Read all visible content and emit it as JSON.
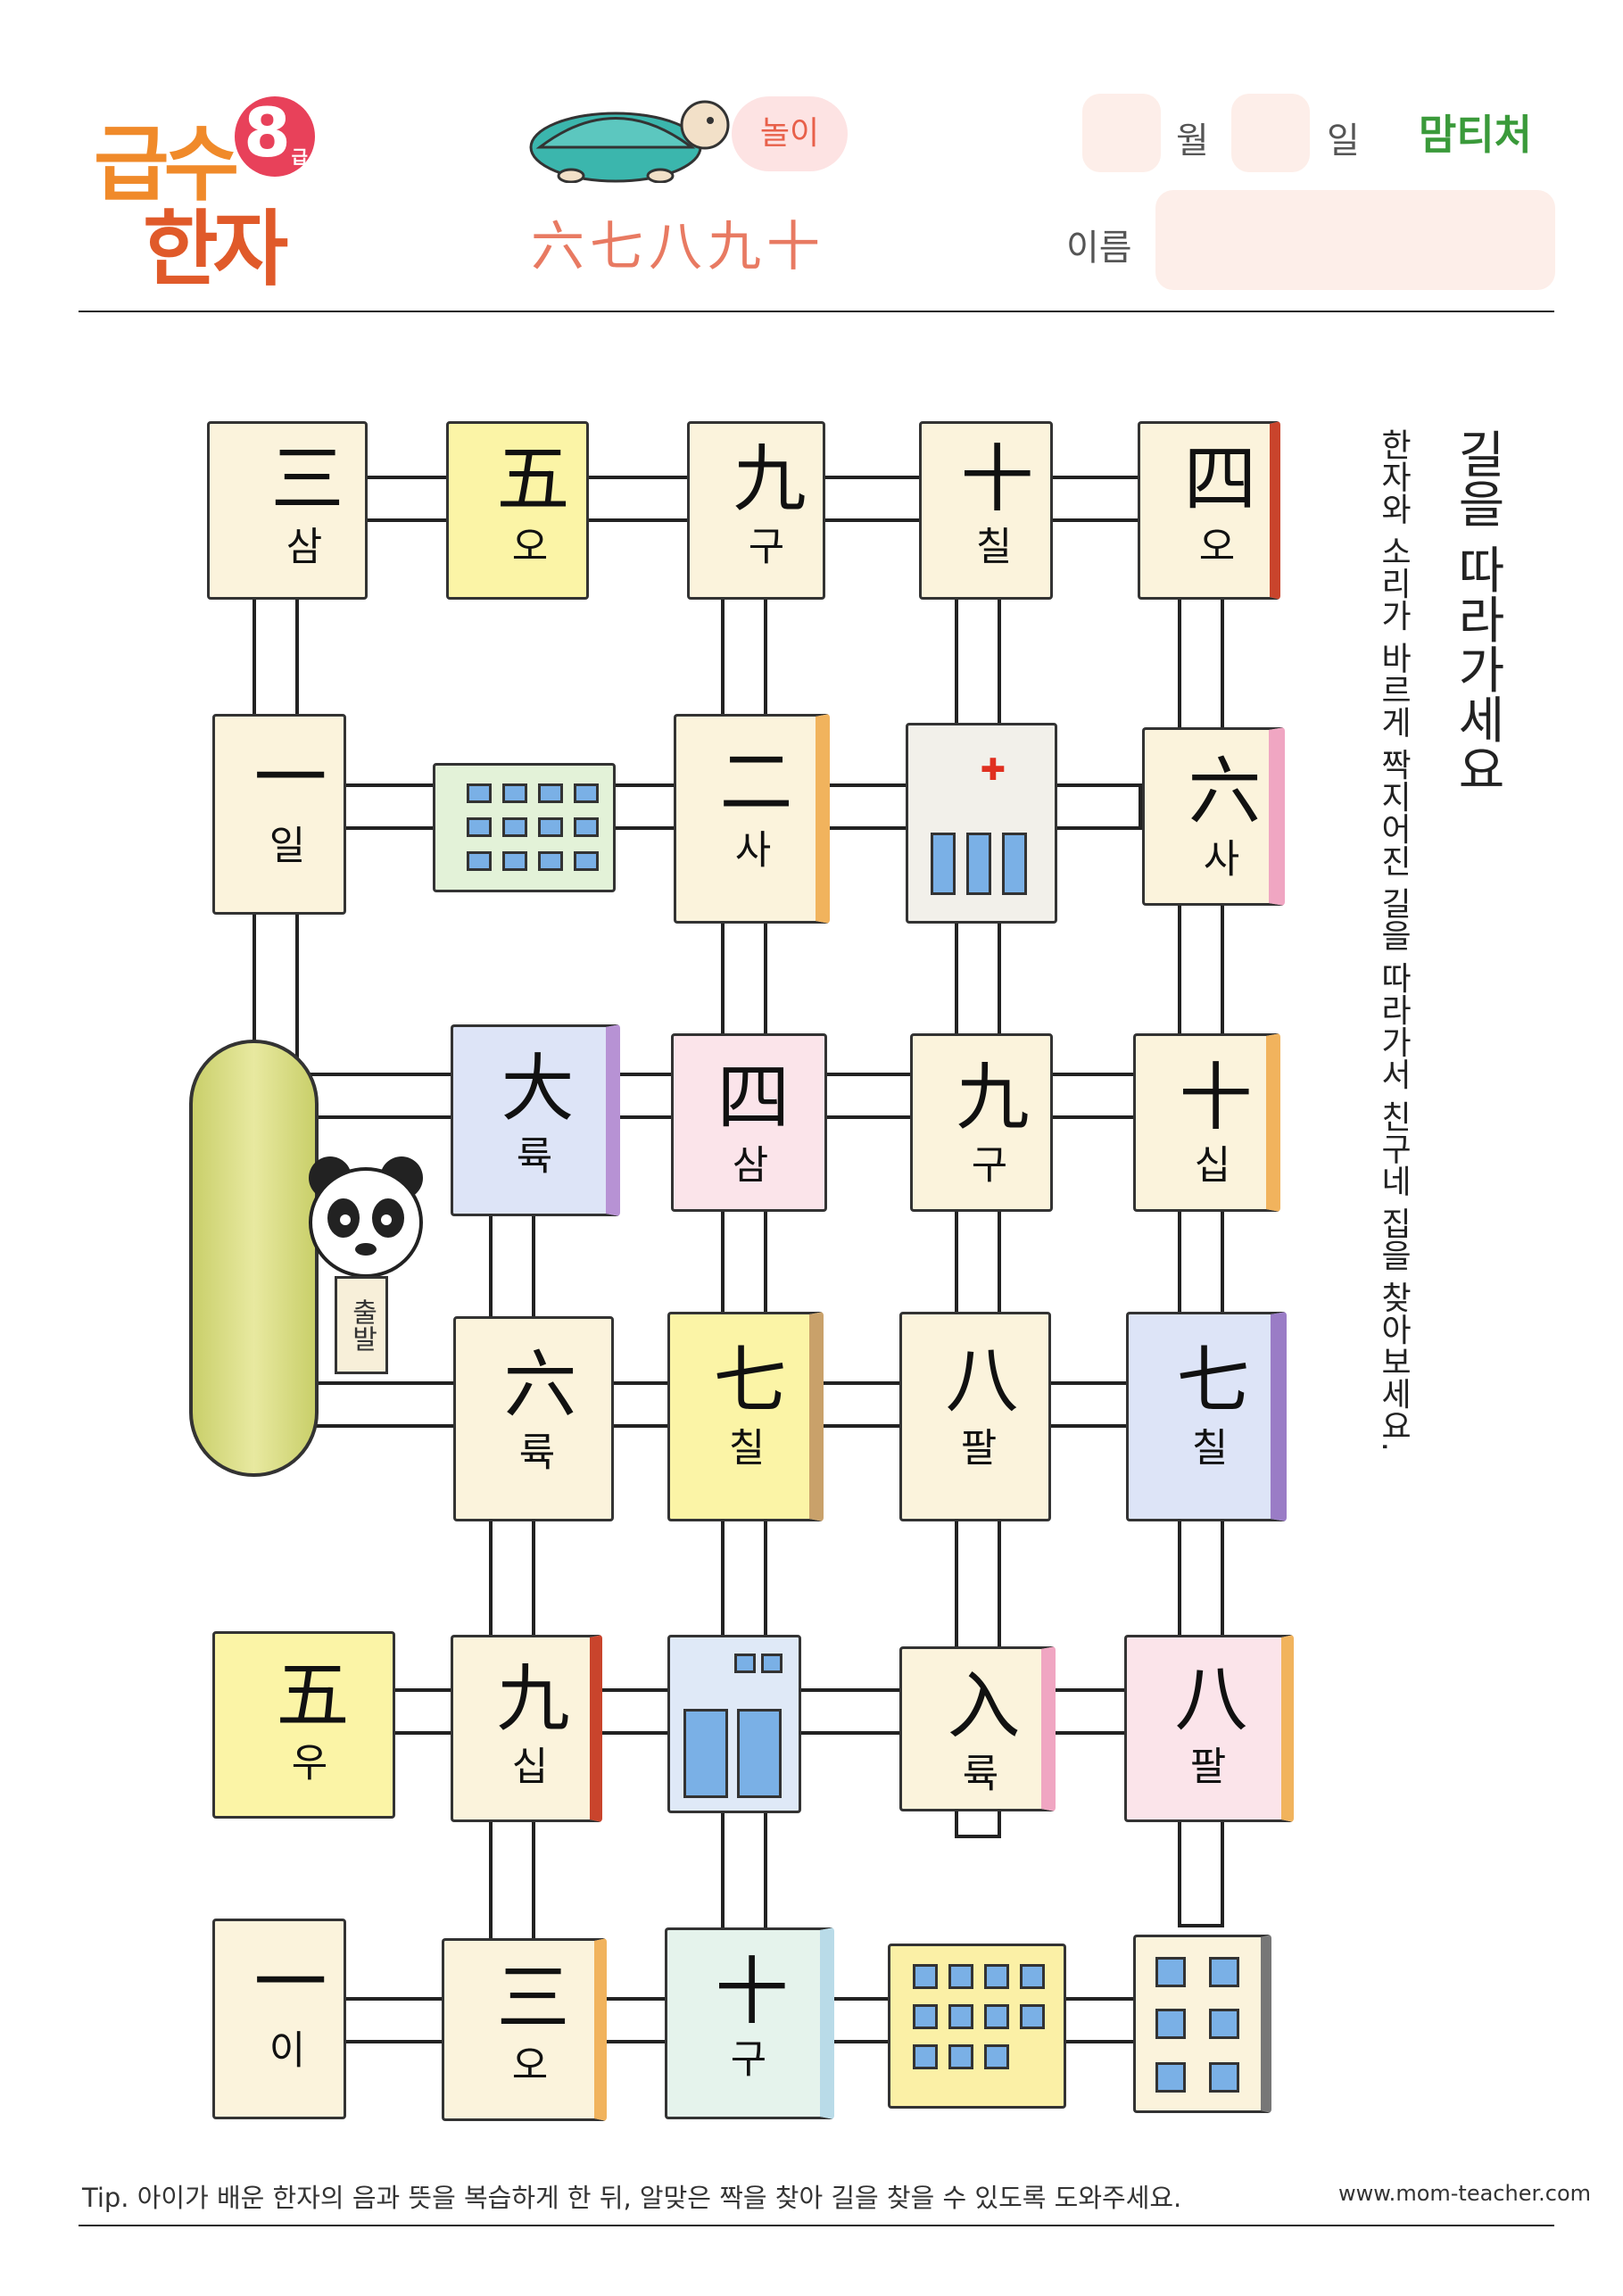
{
  "header": {
    "logo_top": "급수",
    "logo_bottom": "한자",
    "level": "8",
    "level_unit": "급",
    "play_label": "놀이",
    "hanja_title": "六七八九十",
    "month_label": "월",
    "day_label": "일",
    "name_label": "이름",
    "brand": "맘티처"
  },
  "instructions": {
    "title": "길을 따라가세요",
    "body": "한자와 소리가 바르게 짝지어진 길을 따라가서 친구네 집을 찾아보세요."
  },
  "start_sign": "출발",
  "buildings": [
    {
      "hanja": "三",
      "reading": "삼"
    },
    {
      "hanja": "五",
      "reading": "오"
    },
    {
      "hanja": "九",
      "reading": "구"
    },
    {
      "hanja": "十",
      "reading": "칠"
    },
    {
      "hanja": "四",
      "reading": "오"
    },
    {
      "hanja": "一",
      "reading": "일"
    },
    {
      "hanja": "",
      "reading": ""
    },
    {
      "hanja": "二",
      "reading": "사"
    },
    {
      "hanja": "",
      "reading": ""
    },
    {
      "hanja": "六",
      "reading": "사"
    },
    {
      "hanja": "大",
      "reading": "륙"
    },
    {
      "hanja": "四",
      "reading": "삼"
    },
    {
      "hanja": "九",
      "reading": "구"
    },
    {
      "hanja": "十",
      "reading": "십"
    },
    {
      "hanja": "六",
      "reading": "륙"
    },
    {
      "hanja": "七",
      "reading": "칠"
    },
    {
      "hanja": "八",
      "reading": "팔"
    },
    {
      "hanja": "七",
      "reading": "칠"
    },
    {
      "hanja": "五",
      "reading": "우"
    },
    {
      "hanja": "九",
      "reading": "십"
    },
    {
      "hanja": "",
      "reading": ""
    },
    {
      "hanja": "入",
      "reading": "륙"
    },
    {
      "hanja": "八",
      "reading": "팔"
    },
    {
      "hanja": "一",
      "reading": "이"
    },
    {
      "hanja": "三",
      "reading": "오"
    },
    {
      "hanja": "十",
      "reading": "구"
    },
    {
      "hanja": "",
      "reading": ""
    },
    {
      "hanja": "",
      "reading": ""
    }
  ],
  "footer": {
    "tip": "Tip. 아이가 배운 한자의 음과 뜻을 복습하게 한 뒤, 알맞은 짝을 찾아 길을 찾을 수 있도록 도와주세요.",
    "url": "www.mom-teacher.com"
  },
  "colors": {
    "accent": "#e8415a",
    "title_orange": "#e87a62",
    "input_bg": "#fdeee9",
    "card_cream": "#fbf3dc",
    "card_yellow": "#fbf4a6",
    "card_blue": "#dde4f7",
    "card_pink": "#fbe4ea"
  }
}
